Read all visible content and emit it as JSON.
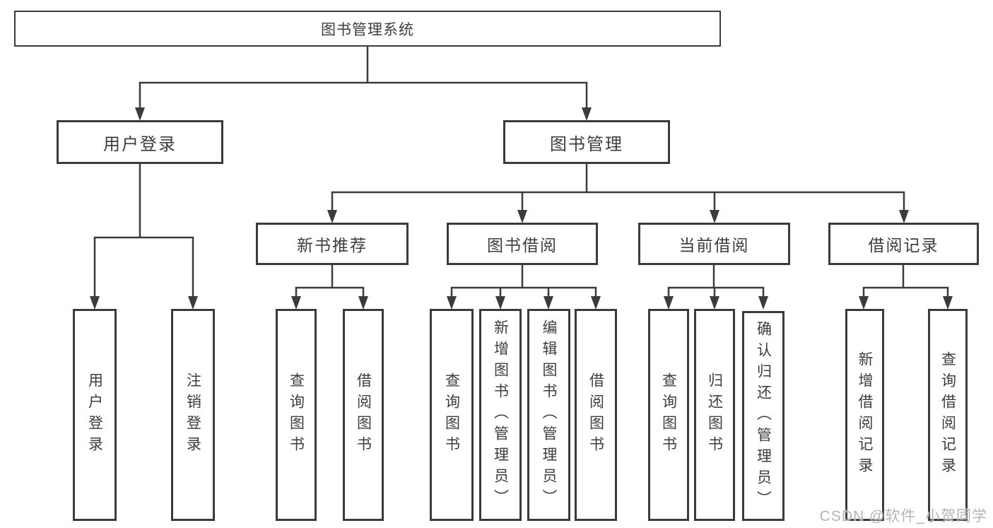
{
  "tree": {
    "root": {
      "label": "图书管理系统",
      "children": [
        {
          "label": "用户登录",
          "children": [
            {
              "label": "用户登录"
            },
            {
              "label": "注销登录"
            }
          ]
        },
        {
          "label": "图书管理",
          "children": [
            {
              "label": "新书推荐",
              "children": [
                {
                  "label": "查询图书"
                },
                {
                  "label": "借阅图书"
                }
              ]
            },
            {
              "label": "图书借阅",
              "children": [
                {
                  "label": "查询图书"
                },
                {
                  "label": "新增图书（管理员）"
                },
                {
                  "label": "编辑图书（管理员）"
                },
                {
                  "label": "借阅图书"
                }
              ]
            },
            {
              "label": "当前借阅",
              "children": [
                {
                  "label": "查询图书"
                },
                {
                  "label": "归还图书"
                },
                {
                  "label": "确认归还（管理员）"
                }
              ]
            },
            {
              "label": "借阅记录",
              "children": [
                {
                  "label": "新增借阅记录"
                },
                {
                  "label": "查询借阅记录"
                }
              ]
            }
          ]
        }
      ]
    }
  },
  "watermark": {
    "text": "CSDN @软件_小贺同学"
  },
  "colors": {
    "background": "#ffffff",
    "box_border": "#3b3b3b",
    "text": "#3d3d3d",
    "connector_line": "#3b3b3b",
    "watermark": "#b5b5b5"
  }
}
